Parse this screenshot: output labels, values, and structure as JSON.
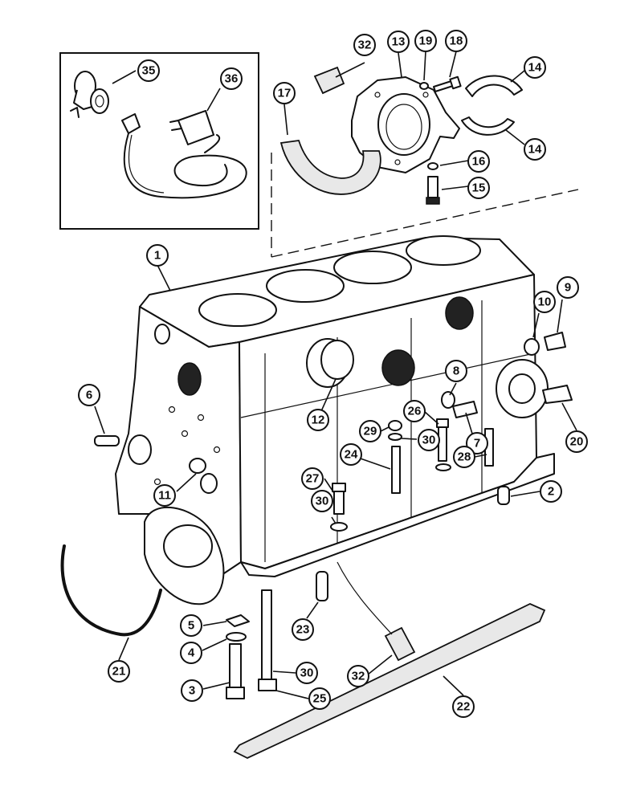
{
  "callouts": [
    {
      "id": "c1",
      "label": "1"
    },
    {
      "id": "c2",
      "label": "2"
    },
    {
      "id": "c3",
      "label": "3"
    },
    {
      "id": "c4",
      "label": "4"
    },
    {
      "id": "c5",
      "label": "5"
    },
    {
      "id": "c6",
      "label": "6"
    },
    {
      "id": "c7",
      "label": "7"
    },
    {
      "id": "c8",
      "label": "8"
    },
    {
      "id": "c9",
      "label": "9"
    },
    {
      "id": "c10",
      "label": "10"
    },
    {
      "id": "c11",
      "label": "11"
    },
    {
      "id": "c12",
      "label": "12"
    },
    {
      "id": "c13",
      "label": "13"
    },
    {
      "id": "c14a",
      "label": "14"
    },
    {
      "id": "c14b",
      "label": "14"
    },
    {
      "id": "c15",
      "label": "15"
    },
    {
      "id": "c16",
      "label": "16"
    },
    {
      "id": "c17",
      "label": "17"
    },
    {
      "id": "c18",
      "label": "18"
    },
    {
      "id": "c19",
      "label": "19"
    },
    {
      "id": "c20",
      "label": "20"
    },
    {
      "id": "c21",
      "label": "21"
    },
    {
      "id": "c22",
      "label": "22"
    },
    {
      "id": "c23",
      "label": "23"
    },
    {
      "id": "c24",
      "label": "24"
    },
    {
      "id": "c25",
      "label": "25"
    },
    {
      "id": "c26",
      "label": "26"
    },
    {
      "id": "c27",
      "label": "27"
    },
    {
      "id": "c28",
      "label": "28"
    },
    {
      "id": "c29",
      "label": "29"
    },
    {
      "id": "c30a",
      "label": "30"
    },
    {
      "id": "c30b",
      "label": "30"
    },
    {
      "id": "c30c",
      "label": "30"
    },
    {
      "id": "c32a",
      "label": "32"
    },
    {
      "id": "c32b",
      "label": "32"
    },
    {
      "id": "c35",
      "label": "35"
    },
    {
      "id": "c36",
      "label": "36"
    }
  ]
}
